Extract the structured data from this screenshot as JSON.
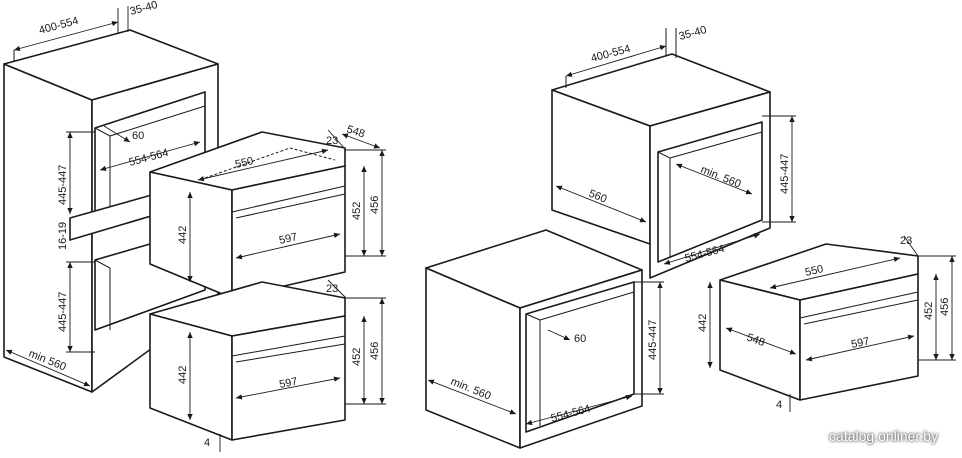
{
  "left_column": {
    "top": {
      "niche_width": "400-554",
      "gap": "35-40",
      "height": "445-447",
      "depth_gap": "60",
      "inner_width": "554-564",
      "unit_depth": "548",
      "unit_top_width": "550",
      "unit_offset": "23",
      "unit_height_outer": "456",
      "unit_height_inner": "452",
      "unit_side": "442",
      "unit_front": "597"
    },
    "middle_gap": "16-19",
    "bottom": {
      "height": "445-447",
      "unit_offset": "23",
      "unit_height_outer": "456",
      "unit_height_inner": "452",
      "unit_side": "442",
      "unit_front": "597",
      "bottom_gap": "4"
    },
    "min_depth": "min 560"
  },
  "right_column": {
    "tall_cabinet": {
      "niche_width": "400-554",
      "gap": "35-40",
      "depth": "560",
      "min_depth": "min. 560",
      "height": "445-447",
      "inner_width": "554-564"
    },
    "base_cabinet": {
      "depth_gap": "60",
      "height": "445-447",
      "min_depth": "min. 560",
      "inner_width": "554-564"
    },
    "unit": {
      "unit_offset": "23",
      "unit_top_width": "550",
      "unit_side": "442",
      "unit_depth": "548",
      "unit_front": "597",
      "unit_height_inner": "452",
      "unit_height_outer": "456",
      "bottom_gap": "4"
    }
  },
  "watermark": "catalog.onliner.by"
}
